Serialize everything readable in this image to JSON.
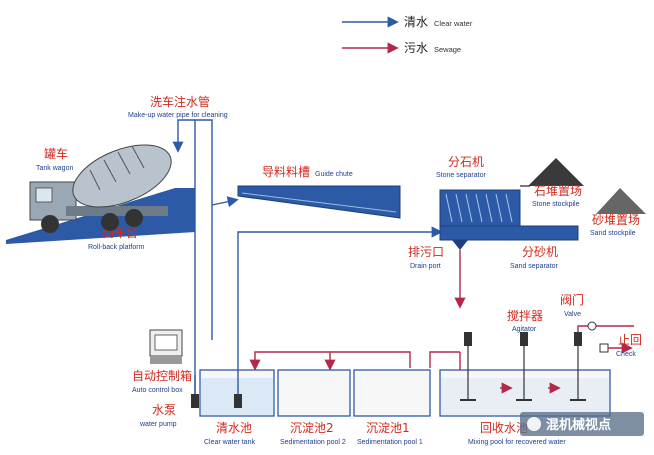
{
  "legend": {
    "clear_cn": "清水",
    "clear_en": "Clear water",
    "sewage_cn": "污水",
    "sewage_en": "Sewage"
  },
  "labels": {
    "pipe_cn": "洗车注水管",
    "pipe_en": "Make-up water pipe for cleaning",
    "tank_wagon_cn": "罐车",
    "tank_wagon_en": "Tank wagon",
    "rollback_cn": "倒车台",
    "rollback_en": "Roll-back platform",
    "chute_cn": "导料料槽",
    "chute_en": "Guide chute",
    "stone_sep_cn": "分石机",
    "stone_sep_en": "Stone separator",
    "stone_pile_cn": "石堆置场",
    "stone_pile_en": "Stone stockpile",
    "sand_pile_cn": "砂堆置场",
    "sand_pile_en": "Sand stockpile",
    "drain_cn": "排污口",
    "drain_en": "Drain port",
    "sand_sep_cn": "分砂机",
    "sand_sep_en": "Sand separator",
    "agitator_cn": "搅拌器",
    "agitator_en": "Agitator",
    "valve_cn": "阀门",
    "valve_en": "Valve",
    "check_cn": "止回",
    "check_en": "Check",
    "control_cn": "自动控制箱",
    "control_en": "Auto control box",
    "pump_cn": "水泵",
    "pump_en": "water pump",
    "clear_tank_cn": "清水池",
    "clear_tank_en": "Clear water tank",
    "sed2_cn": "沉淀池2",
    "sed2_en": "Sedimentation pool 2",
    "sed1_cn": "沉淀池1",
    "sed1_en": "Sedimentation pool 1",
    "mixing_cn": "回收水池",
    "mixing_en": "Mixing pool for recovered water",
    "watermark": "混机械视点"
  },
  "colors": {
    "clear_water": "#2c5aa6",
    "sewage": "#b4284a",
    "label_cn": "#d22a1e"
  }
}
